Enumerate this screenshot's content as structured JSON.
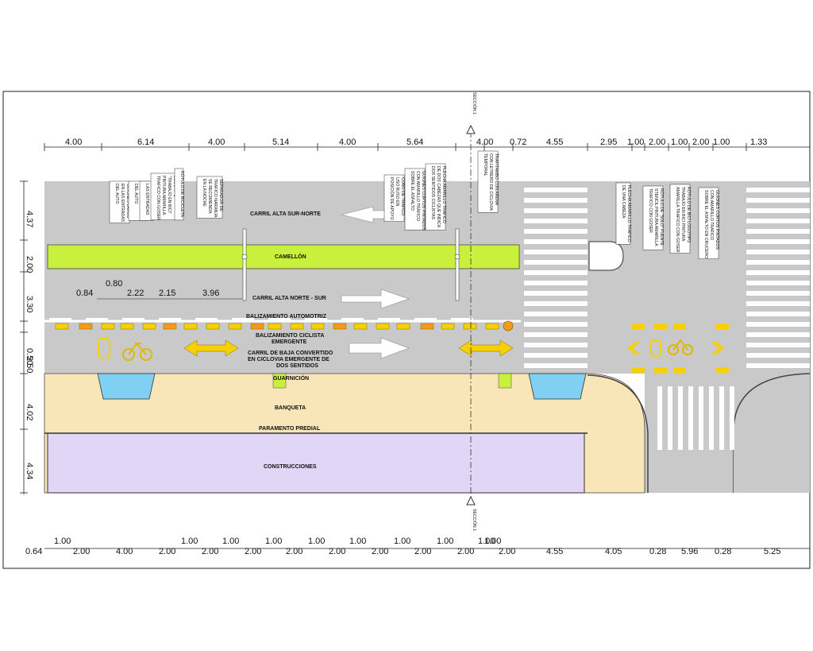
{
  "top_dimensions": [
    "4.00",
    "6.14",
    "4.00",
    "5.14",
    "4.00",
    "5.64",
    "4.00",
    "0.72",
    "4.55",
    "2.95",
    "1.00",
    "2.00",
    "1.00",
    "2.00",
    "1.00",
    "1.33"
  ],
  "left_dimensions": [
    "4.37",
    "2.00",
    "3.30",
    "0.50",
    "2.50",
    "4.02",
    "4.34"
  ],
  "inner_dimensions": [
    "0.84",
    "0.80",
    "2.22",
    "2.15",
    "3.96"
  ],
  "bottom_dimensions_upper": [
    "1.00",
    "1.00",
    "1.00",
    "1.00",
    "1.00",
    "1.00",
    "1.00",
    "1.00",
    "1.00",
    "1.00"
  ],
  "bottom_dimensions_lower": [
    "0.64",
    "2.00",
    "4.00",
    "2.00",
    "2.00",
    "2.00",
    "2.00",
    "2.00",
    "2.00",
    "2.00",
    "2.00",
    "2.00",
    "4.55",
    "4.05",
    "0.28",
    "5.96",
    "0.28",
    "5.25"
  ],
  "labels": {
    "carril_sur_norte": "CARRIL ALTA SUR-NORTE",
    "camellon": "CAMELLÓN",
    "carril_norte_sur": "CARRIL ALTA NORTE - SUR",
    "balizamiento_automotriz": "BALIZAMIENTO AUTOMOTRIZ",
    "balizamiento_ciclista_1": "BALIZAMIENTO CICLISTA",
    "balizamiento_ciclista_2": "EMERGENTE",
    "carril_baja_1": "CARRIL DE BAJA CONVERTIDO",
    "carril_baja_2": "EN CICLOVIA EMERGENTE DE",
    "carril_baja_3": "DOS SENTIDOS",
    "guarnicion": "GUARNICIÓN",
    "banqueta": "BANQUETA",
    "paramento": "PARAMENTO PREDIAL",
    "construcciones": "CONSTRUCCIONES",
    "seccion_top": "SECCIÓN 1",
    "seccion_bottom": "SECCIÓN 1"
  },
  "notes": [
    [
      "GUIONES LARGO",
      "EN LAS ENTRADAS",
      "DEL AUTO"
    ],
    [
      "GUIÓN LARGO EN",
      "LAS ENTRADAS",
      "DEL AUTO"
    ],
    [
      "GUIÓN LARGO EN",
      "LAS ENTRADAS"
    ],
    [
      "LOGOTIPO",
      "\"TRABAJO EN BICI\"",
      "PINTURA AMARILLA",
      "TRAFICO CON GOSER"
    ],
    [
      "RÓTULO DE BICICLETA"
    ],
    [
      "SEPARADOR DE",
      "TRAFICO NARANJA",
      "SE RECOMIENDA",
      "EN LA NOCHE"
    ],
    [
      "CONO DE TRAFICO",
      "USO RUSO EN",
      "POSICIÓN DE APOYO"
    ],
    [
      "GUIONES CORTOS PINTADOS",
      "CON AMARILLO TRÁFICO",
      "SOBRE EL ASFALTO"
    ],
    [
      "FLECHA AMARILLO TRAFICO",
      "DE DOS CABEZAS QUE INDICA",
      "DOS SENTIDOS CICLISTAS"
    ],
    [
      "TRAFITAMBO CON ARENA",
      "CON LETRERO DE CICLOVIA",
      "TEMPORAL"
    ],
    [
      "FLECHA AMARILLO TRAFICO",
      "DE UNA CABEZA"
    ],
    [
      "RÓTULO DE \"SOLO\" FUENTE",
      "STENCIL PINTURA AMARILLA",
      "TRAFICO CON GOSER"
    ],
    [
      "RÓTULO DE BICI LOGOTIPO",
      "TRABAJO EN BICI PINTURA",
      "AMARILLA TRAFICO CON GOSER"
    ],
    [
      "GUIONES CORTOS PINTADOS",
      "CON AMARILLO TRAFICO",
      "SOBRE EL ASFALTO EN CRUCERO"
    ]
  ],
  "colors": {
    "asphalt": "#c9c9c9",
    "median": "#c8f03c",
    "sidewalk": "#f8e6b8",
    "buildings": "#e2d6f6",
    "planter": "#7fd0f2",
    "yellow": "#f6d000",
    "orange": "#f39a1e"
  }
}
